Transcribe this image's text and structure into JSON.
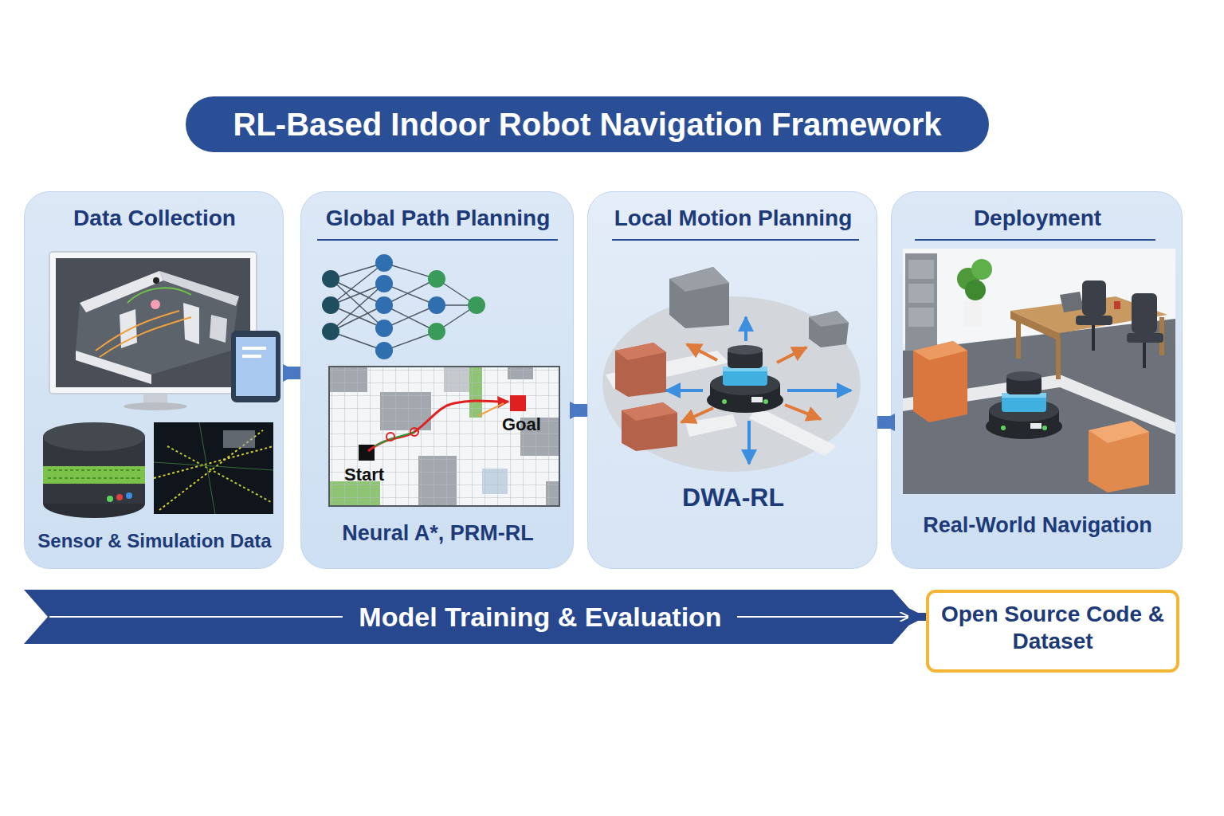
{
  "diagram": {
    "title": "RL-Based Indoor Robot Navigation Framework",
    "nodes": [
      {
        "text": [
          "Data Collection",
          "Sensor & Simulation Data"
        ]
      },
      {
        "text": [
          "Global Path Planning",
          "Neural A*, PRM-RL"
        ]
      },
      {
        "text": [
          "Local Motion Planning",
          "DWA-RL"
        ]
      },
      {
        "text": [
          "Deployment",
          "Real-World Navigation"
        ]
      },
      {
        "text": [
          "Model Training & Evaluation"
        ]
      },
      {
        "text": [
          "Open Source Code & Dataset"
        ]
      }
    ],
    "edges": [
      {
        "from": 0,
        "to": 1,
        "arrow": "to"
      },
      {
        "from": 1,
        "to": 2,
        "arrow": "to"
      },
      {
        "from": 3,
        "to": 2,
        "arrow": "to"
      },
      {
        "from": 4,
        "to": 5,
        "arrow": "to"
      }
    ],
    "labels": [
      "Start",
      "Goal"
    ]
  }
}
